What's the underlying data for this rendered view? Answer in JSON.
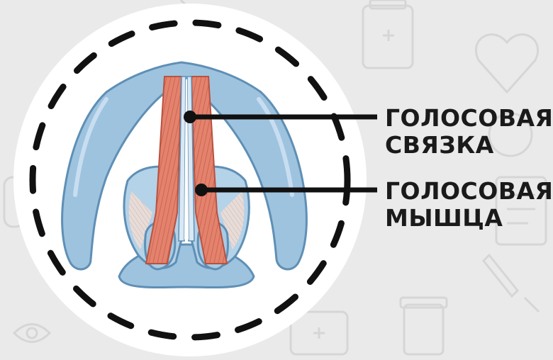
{
  "labels": {
    "ligament": {
      "line1": "ГОЛОСОВАЯ",
      "line2": "СВЯЗКА"
    },
    "muscle": {
      "line1": "ГОЛОСОВАЯ",
      "line2": "МЫШЦА"
    }
  },
  "colors": {
    "background": "#eaeaea",
    "circle_fill": "#ffffff",
    "circle_dash": "#111111",
    "cartilage": "#9ec3df",
    "cartilage_outline": "#5f8fb5",
    "muscle": "#e3826d",
    "muscle_stripe": "#c95f4a",
    "pointer": "#111111",
    "label_text": "#1a1a1a"
  }
}
